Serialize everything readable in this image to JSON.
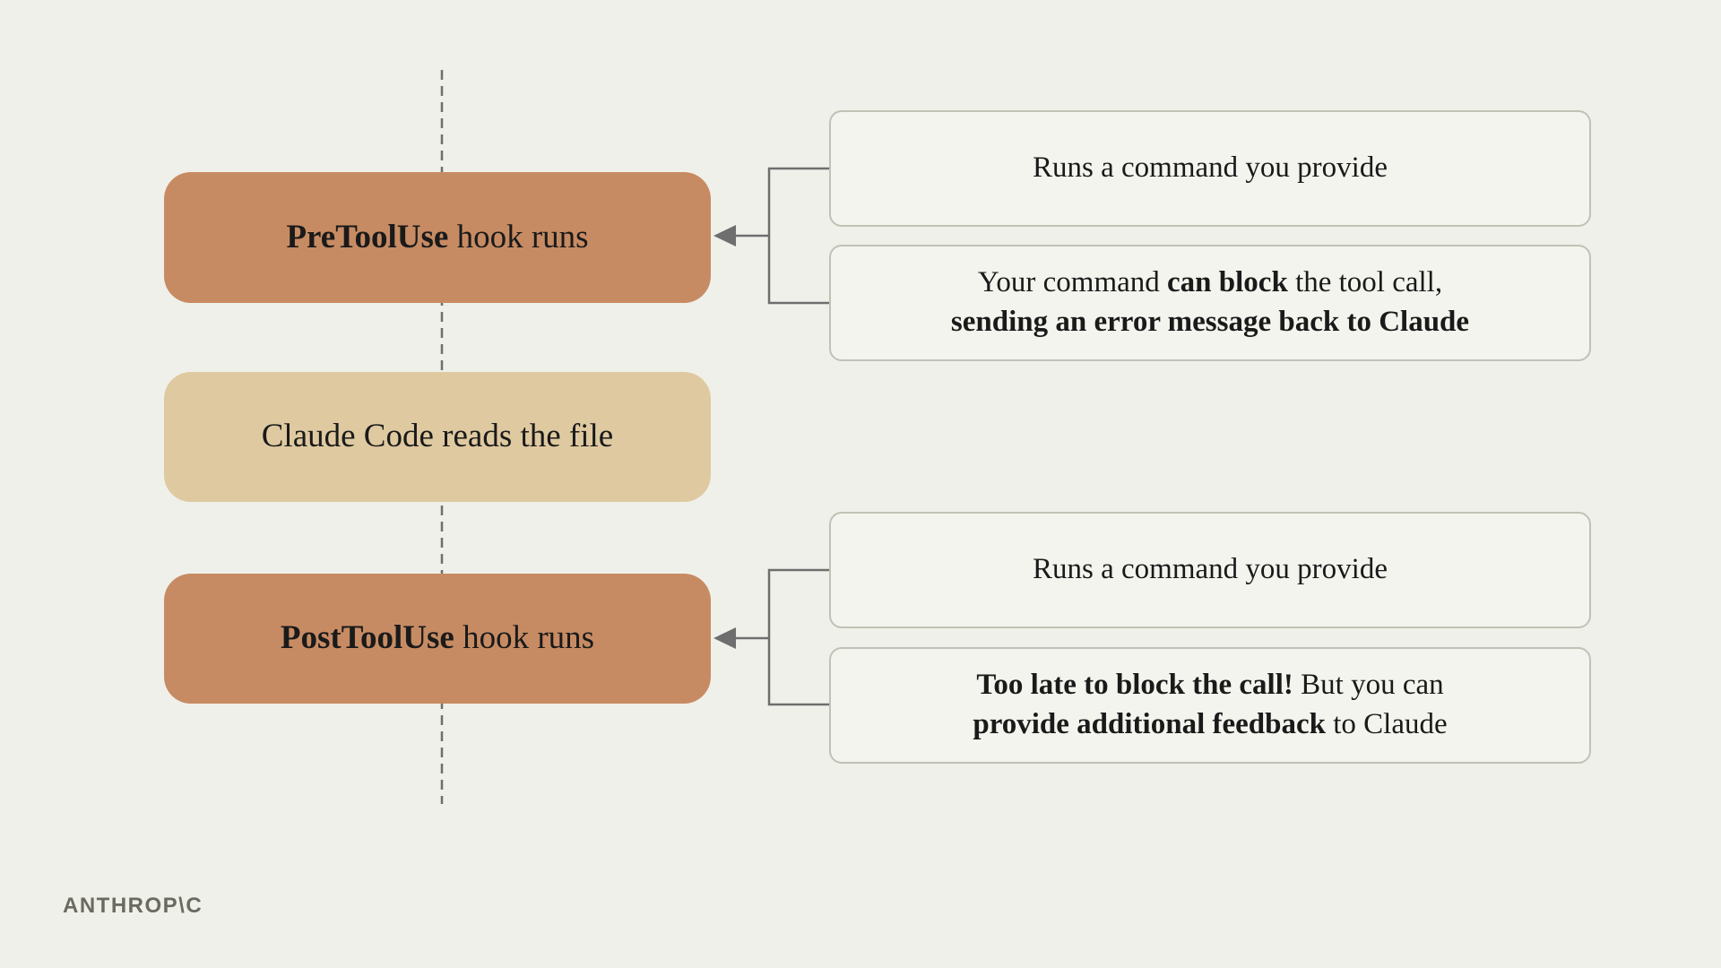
{
  "colors": {
    "background": "#F0F0EA",
    "node_orange": "#C78B63",
    "node_tan": "#DFC9A0",
    "callout_fill": "#F4F4EE",
    "callout_border": "#BFC2B5",
    "connector": "#6E6E6E",
    "text": "#1A1A1A",
    "logo": "#6A6A60"
  },
  "nodes": {
    "pretool": {
      "lines": [
        [
          {
            "text": "PreToolUse",
            "bold": true
          },
          {
            "text": " hook runs",
            "bold": false
          }
        ]
      ]
    },
    "claude_read": {
      "lines": [
        [
          {
            "text": "Claude Code reads the file",
            "bold": false
          }
        ]
      ]
    },
    "posttool": {
      "lines": [
        [
          {
            "text": "PostToolUse",
            "bold": true
          },
          {
            "text": " hook runs",
            "bold": false
          }
        ]
      ]
    }
  },
  "callouts": {
    "pretool_runs_command": {
      "lines": [
        [
          {
            "text": "Runs a command you provide",
            "bold": false
          }
        ]
      ]
    },
    "pretool_can_block": {
      "lines": [
        [
          {
            "text": "Your command ",
            "bold": false
          },
          {
            "text": "can block",
            "bold": true
          },
          {
            "text": " the tool call,",
            "bold": false
          }
        ],
        [
          {
            "text": "sending an error message back to Claude",
            "bold": true
          }
        ]
      ]
    },
    "posttool_runs_command": {
      "lines": [
        [
          {
            "text": "Runs a command you provide",
            "bold": false
          }
        ]
      ]
    },
    "posttool_feedback": {
      "lines": [
        [
          {
            "text": "Too late to block the call!",
            "bold": true
          },
          {
            "text": " But you can",
            "bold": false
          }
        ],
        [
          {
            "text": "provide additional feedback",
            "bold": true
          },
          {
            "text": " to Claude",
            "bold": false
          }
        ]
      ]
    }
  },
  "logo": {
    "text": "ANTHROP\\C"
  }
}
